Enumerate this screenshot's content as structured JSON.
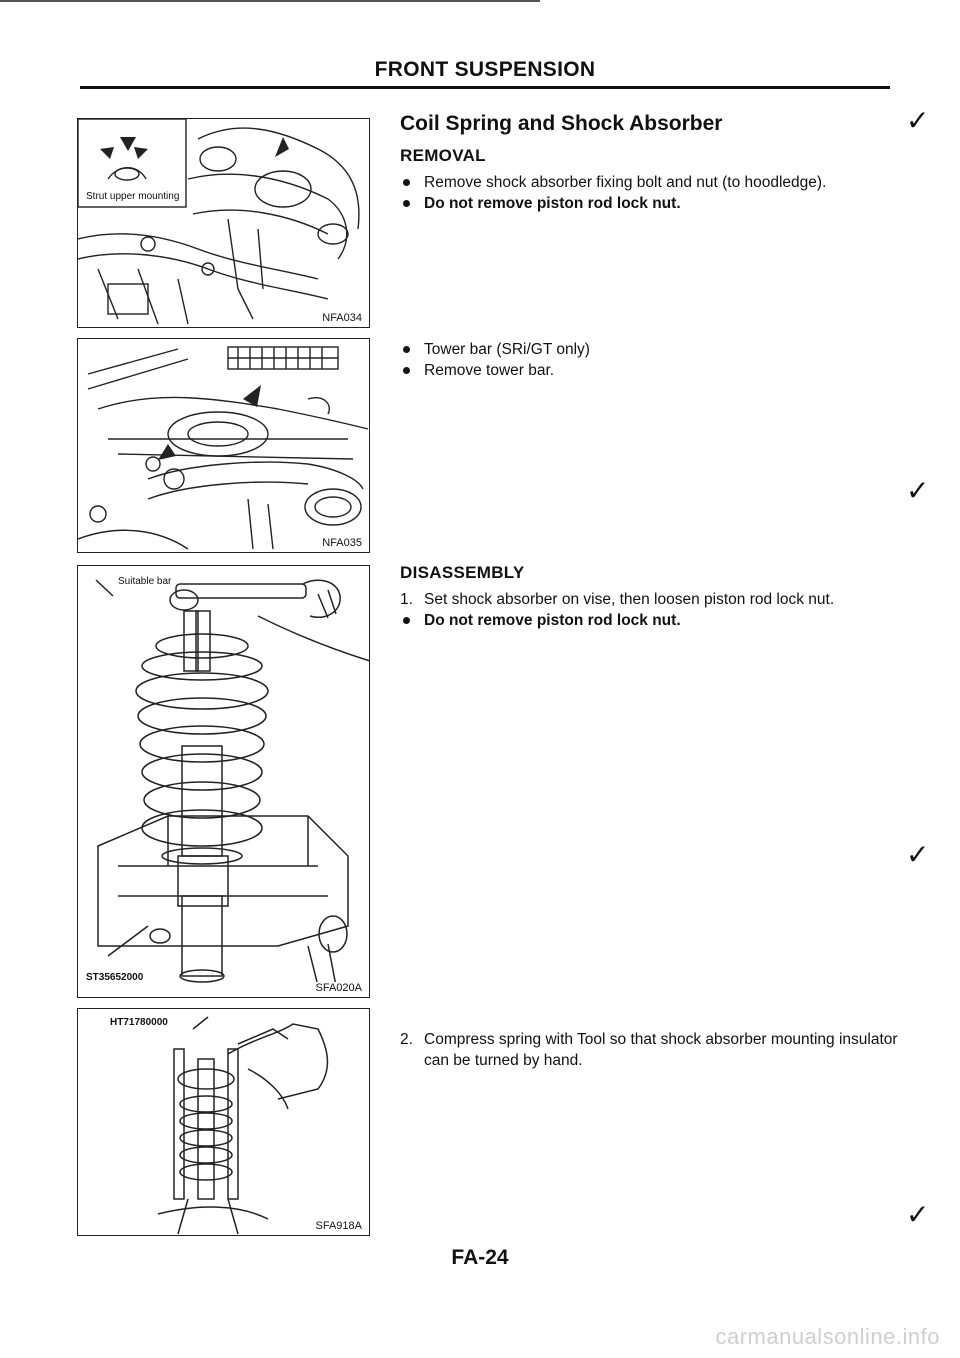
{
  "header": {
    "title": "FRONT SUSPENSION"
  },
  "section": {
    "title": "Coil Spring and Shock Absorber",
    "removal": {
      "heading": "REMOVAL",
      "bullets": [
        "Remove shock absorber fixing bolt and nut (to hoodledge).",
        "Do not remove piston rod lock nut."
      ],
      "tower_bar": {
        "line1": "Tower bar (SRi/GT only)",
        "line2": "Remove tower bar."
      }
    },
    "disassembly": {
      "heading": "DISASSEMBLY",
      "step1_num": "1.",
      "step1": "Set shock absorber on vise, then loosen piston rod lock nut.",
      "step1_note": "Do not remove piston rod lock nut.",
      "step2_num": "2.",
      "step2": "Compress spring with Tool so that shock absorber mounting insulator can be turned by hand."
    }
  },
  "figures": {
    "fig1": {
      "callout": "Strut upper mounting",
      "code": "NFA034"
    },
    "fig2": {
      "code": "NFA035"
    },
    "fig3": {
      "callout": "Suitable bar",
      "tool": "ST35652000",
      "code": "SFA020A"
    },
    "fig4": {
      "tool": "HT71780000",
      "code": "SFA918A"
    }
  },
  "page_number": "FA-24",
  "watermark": "carmanualsonline.info",
  "icons": {
    "check": "check-mark-icon",
    "bullet": "bullet-icon"
  }
}
